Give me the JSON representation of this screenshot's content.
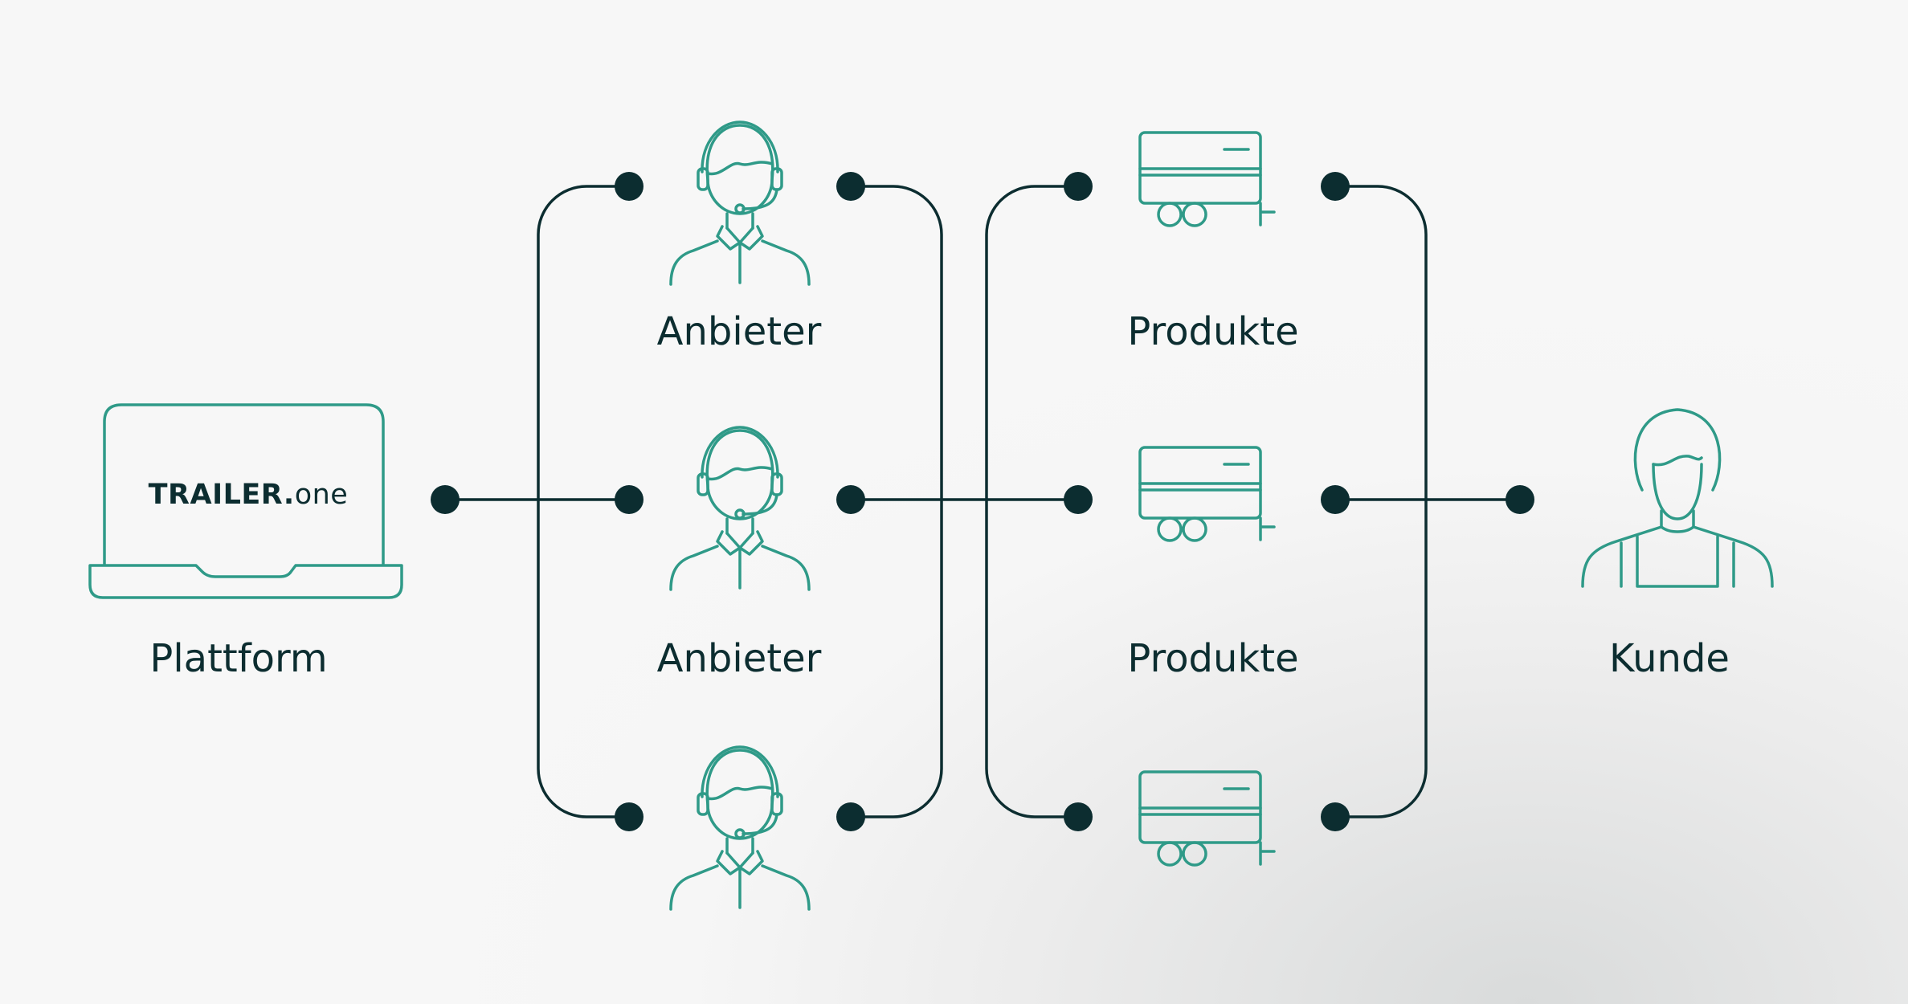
{
  "brand": {
    "logo_strong": "TRAILER.",
    "logo_light": "one"
  },
  "nodes": {
    "platform": "Plattform",
    "provider_top": "Anbieter",
    "provider_middle": "Anbieter",
    "product_top": "Produkte",
    "product_middle": "Produkte",
    "customer": "Kunde"
  },
  "colors": {
    "icon": "#2f9a88",
    "line": "#0c2d30",
    "dot": "#0c2d30",
    "text": "#0c2d30"
  }
}
